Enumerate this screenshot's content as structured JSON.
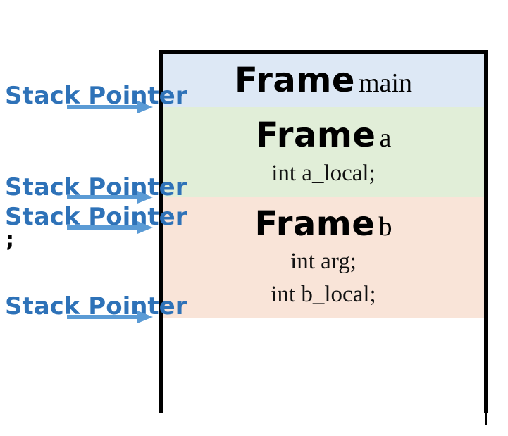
{
  "frames": {
    "main": {
      "keyword": "Frame",
      "name": "main"
    },
    "a": {
      "keyword": "Frame",
      "name": "a",
      "declarations": [
        "int a_local;"
      ]
    },
    "b": {
      "keyword": "Frame",
      "name": "b",
      "declarations": [
        "int arg;",
        "int b_local;"
      ]
    }
  },
  "stack_pointer_labels": [
    "Stack Pointer",
    "Stack Pointer",
    "Stack Pointer",
    "Stack Pointer"
  ],
  "stray_text": ";",
  "colors": {
    "frame_main": "#dde8f5",
    "frame_a": "#e1eed8",
    "frame_b": "#f9e4d8",
    "label": "#2e72b8",
    "arrow": "#5b9bd5",
    "border": "#000000"
  },
  "icons": [
    "right-arrow-icon"
  ]
}
